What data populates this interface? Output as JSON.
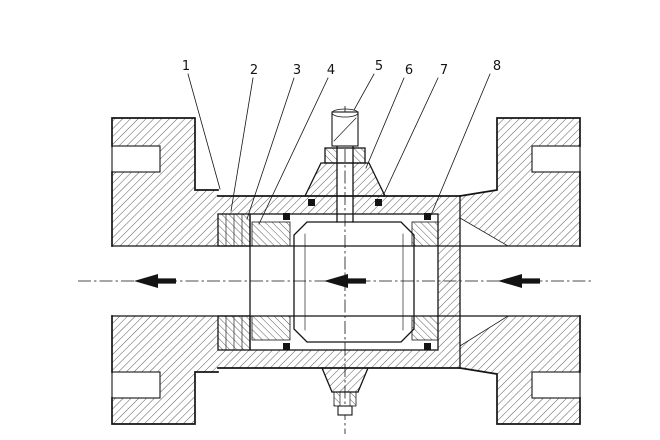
{
  "figure": {
    "callouts": [
      {
        "label": "1"
      },
      {
        "label": "2"
      },
      {
        "label": "3"
      },
      {
        "label": "4"
      },
      {
        "label": "5"
      },
      {
        "label": "6"
      },
      {
        "label": "7"
      },
      {
        "label": "8"
      }
    ],
    "flow": {
      "direction": "left",
      "arrow_count": 3
    }
  },
  "colors": {
    "ink": "#141414",
    "background": "#ffffff"
  }
}
